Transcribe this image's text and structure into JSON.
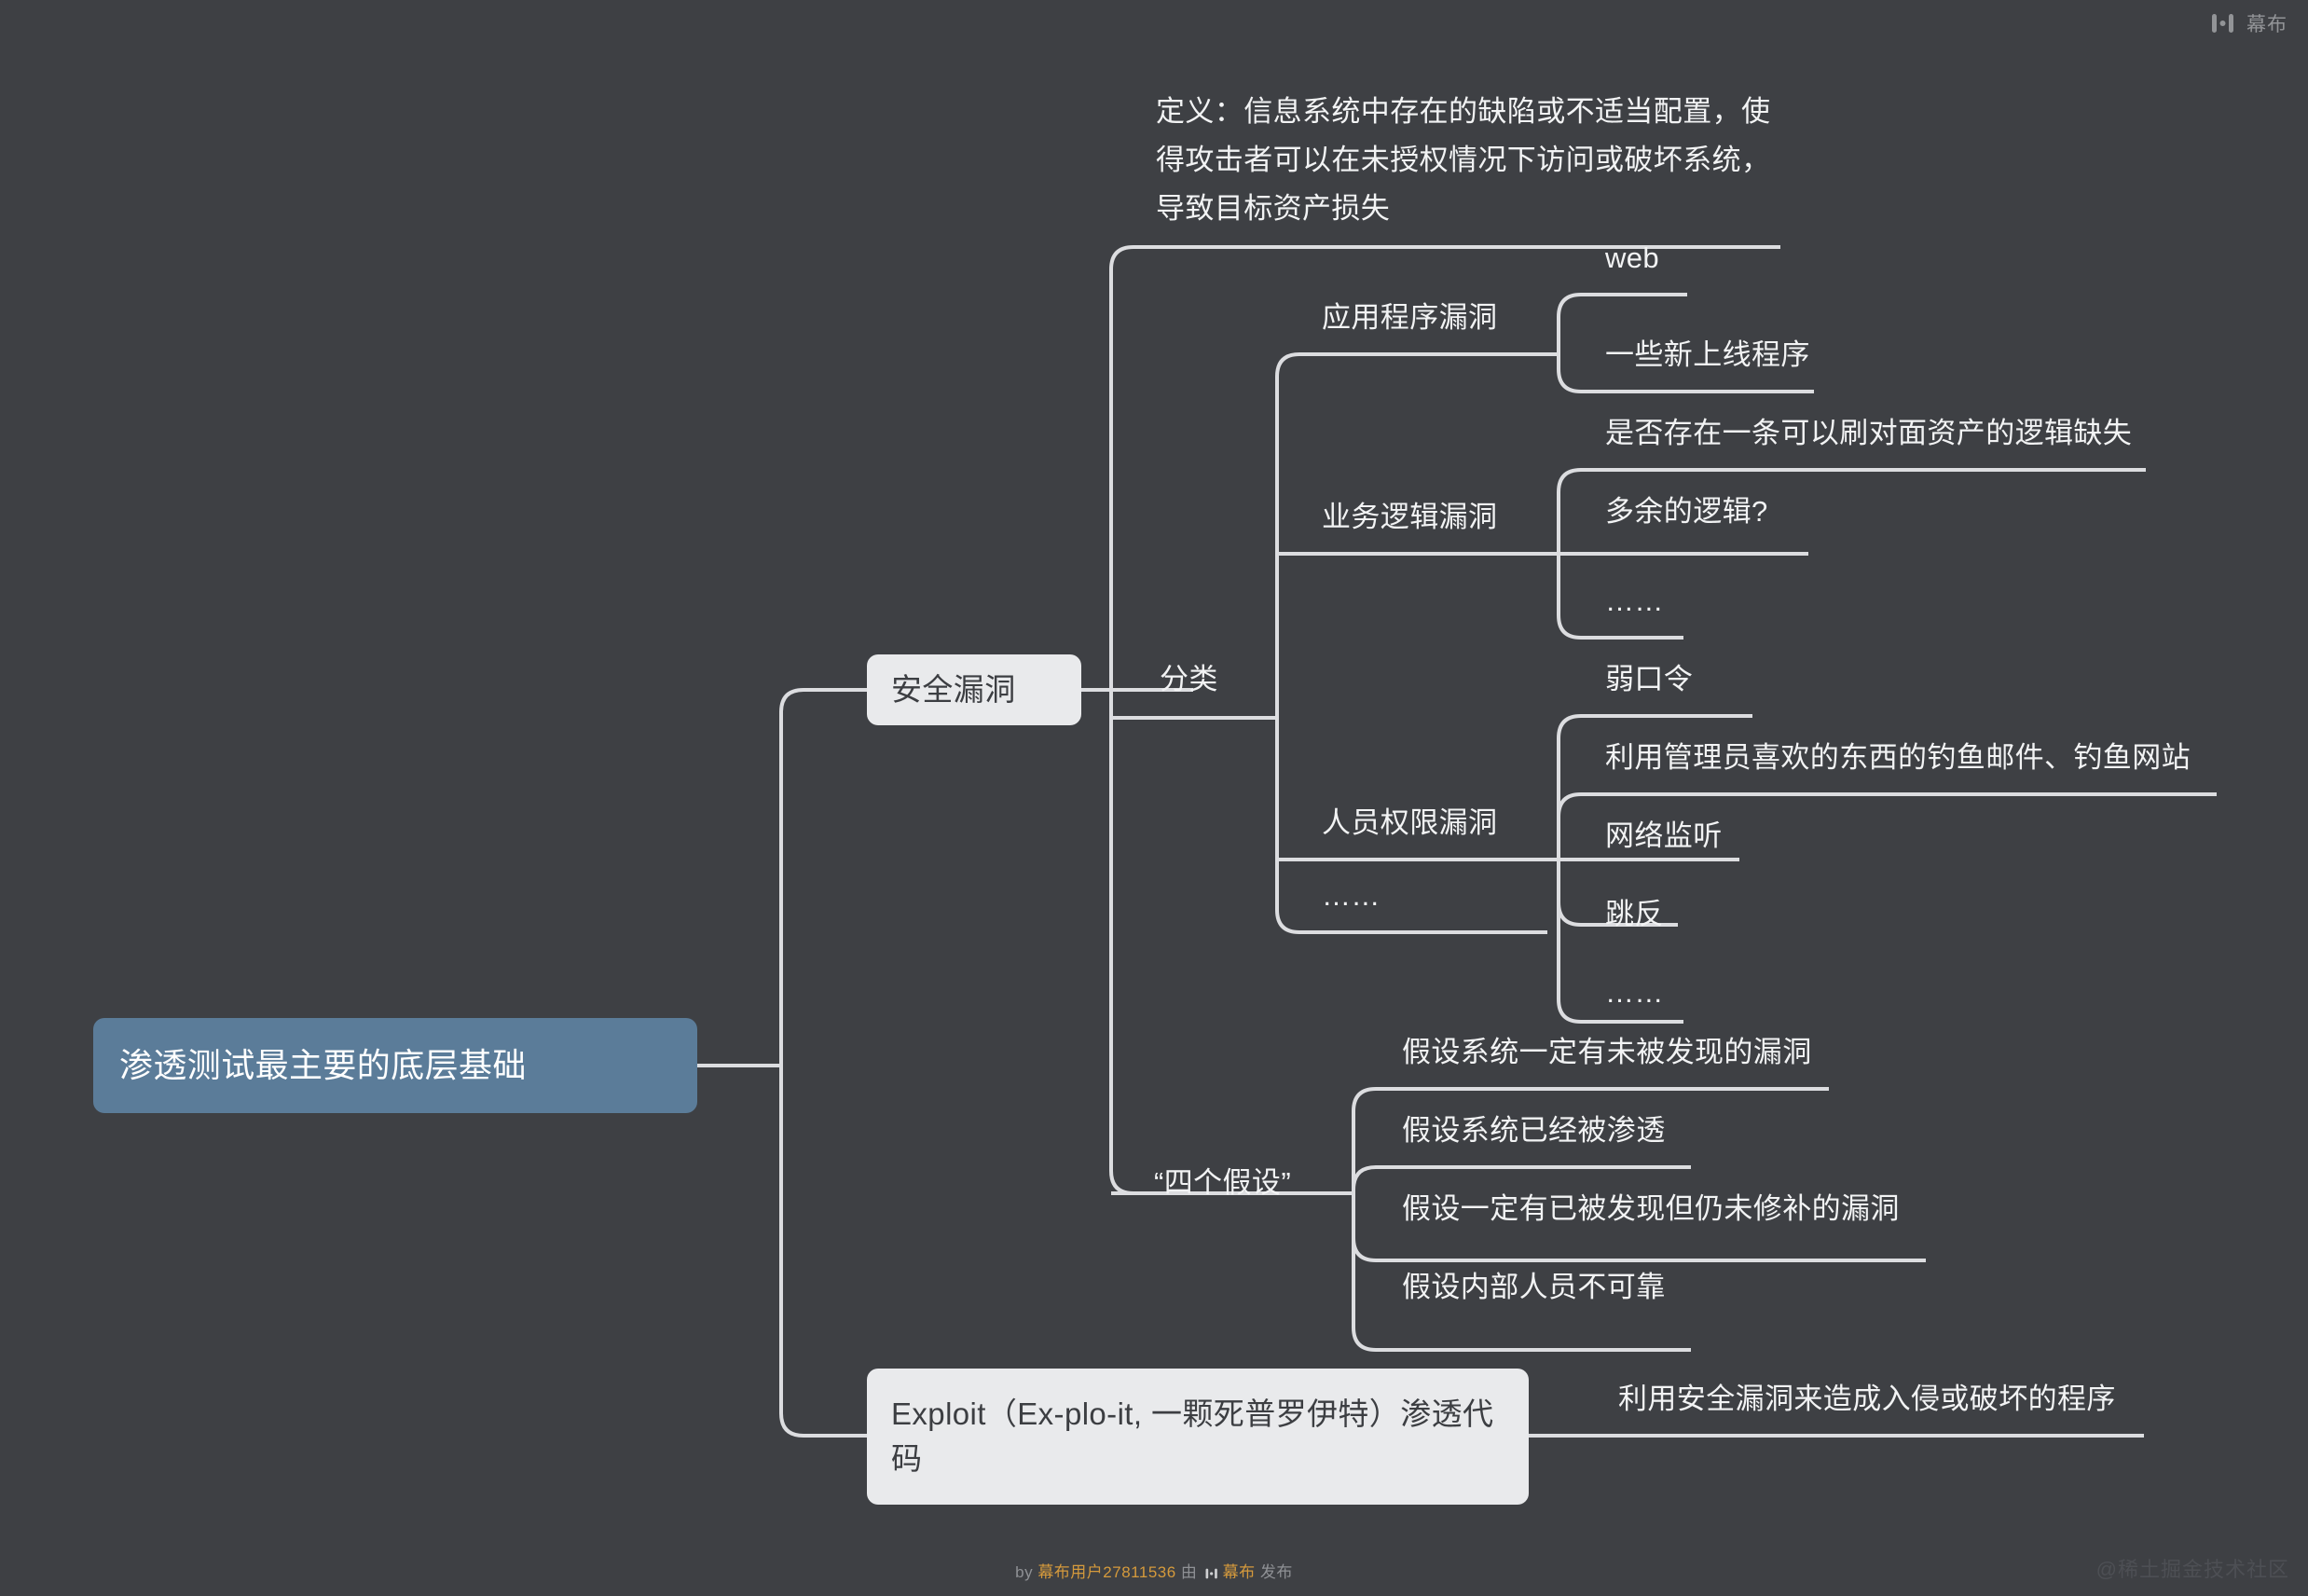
{
  "app": {
    "brand_name": "幕布",
    "brand_logo_icon": "mubu-logo-icon",
    "background_color": "#3e4044",
    "line_color": "#dcdde0",
    "root_node_color": "#5b7c99",
    "light_node_color": "#e9eaec"
  },
  "footer": {
    "prefix": "by ",
    "user": "幕布用户27811536",
    "middle": " 由 ",
    "brand": "幕布",
    "suffix": " 发布"
  },
  "watermark": {
    "text": "@稀土掘金技术社区"
  },
  "mindmap": {
    "root": {
      "label": "渗透测试最主要的底层基础"
    },
    "branches": [
      {
        "label": "安全漏洞",
        "style": "light-box",
        "children": [
          {
            "label": "定义：信息系统中存在的缺陷或不适当配置，使得攻击者可以在未授权情况下访问或破坏系统，导致目标资产损失",
            "style": "text"
          },
          {
            "label": "分类",
            "style": "text",
            "children": [
              {
                "label": "应用程序漏洞",
                "children": [
                  {
                    "label": "web"
                  },
                  {
                    "label": "一些新上线程序"
                  }
                ]
              },
              {
                "label": "业务逻辑漏洞",
                "children": [
                  {
                    "label": "是否存在一条可以刷对面资产的逻辑缺失"
                  },
                  {
                    "label": "多余的逻辑?"
                  },
                  {
                    "label": "……"
                  }
                ]
              },
              {
                "label": "人员权限漏洞",
                "children": [
                  {
                    "label": "弱口令"
                  },
                  {
                    "label": "利用管理员喜欢的东西的钓鱼邮件、钓鱼网站"
                  },
                  {
                    "label": "网络监听"
                  },
                  {
                    "label": "跳反"
                  },
                  {
                    "label": "……"
                  }
                ]
              },
              {
                "label": "……",
                "children": []
              }
            ]
          },
          {
            "label": "“四个假设”",
            "style": "text",
            "children": [
              {
                "label": "假设系统一定有未被发现的漏洞"
              },
              {
                "label": "假设系统已经被渗透"
              },
              {
                "label": "假设一定有已被发现但仍未修补的漏洞"
              },
              {
                "label": "假设内部人员不可靠"
              }
            ]
          }
        ]
      },
      {
        "label": "Exploit（Ex-plo-it, 一颗死普罗伊特）渗透代码",
        "style": "light-box",
        "children": [
          {
            "label": "利用安全漏洞来造成入侵或破坏的程序",
            "style": "text"
          }
        ]
      }
    ]
  }
}
